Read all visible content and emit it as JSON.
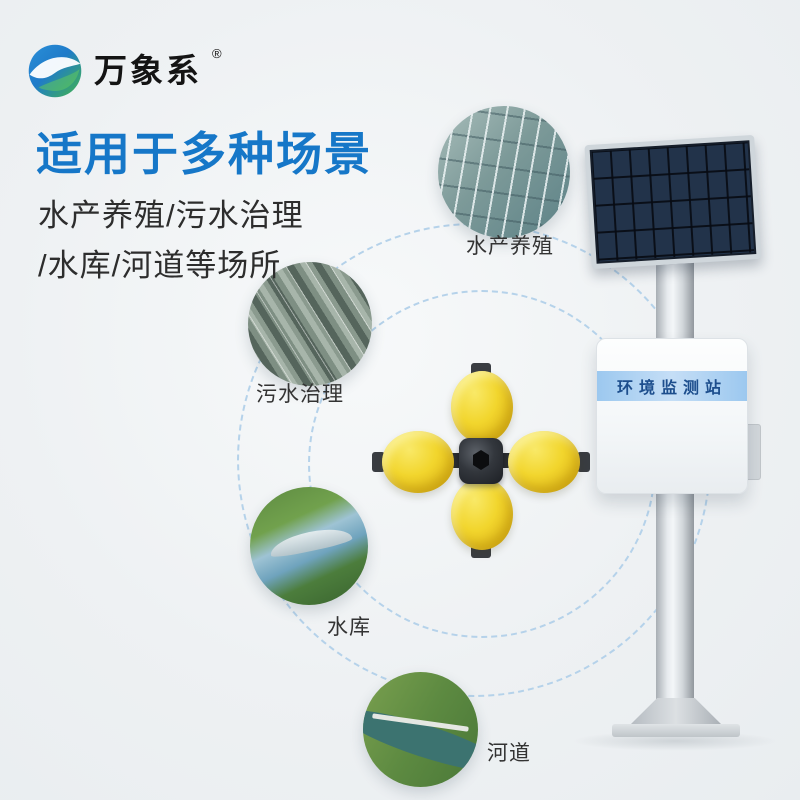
{
  "brand": {
    "logo_text": "万象系",
    "registered_mark": "®"
  },
  "headline": {
    "title": "适用于多种场景",
    "subtitle_line1": "水产养殖/污水治理",
    "subtitle_line2": "/水库/河道等场所"
  },
  "scenarios": [
    {
      "id": "aquaculture",
      "label": "水产养殖"
    },
    {
      "id": "sewage",
      "label": "污水治理"
    },
    {
      "id": "reservoir",
      "label": "水库"
    },
    {
      "id": "river",
      "label": "河道"
    }
  ],
  "device": {
    "name_label": "环境监测站"
  },
  "colors": {
    "title_blue": "#1677c8",
    "dashed_circle": "#b5d2ea",
    "float_yellow": "#f2d62e",
    "strip_blue": "#9cc8ef",
    "strip_text": "#1d4e8d",
    "background": "#eef1f3"
  }
}
